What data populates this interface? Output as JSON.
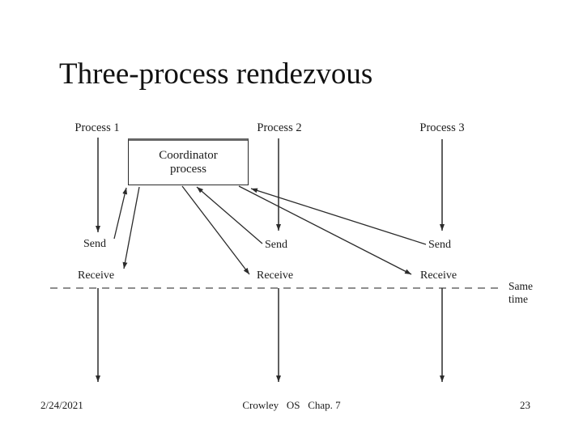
{
  "slide": {
    "title": "Three-process rendezvous",
    "footer": {
      "date": "2/24/2021",
      "center": "Crowley   OS   Chap. 7",
      "page_number": "23"
    }
  },
  "diagram": {
    "coordinator": {
      "line1": "Coordinator",
      "line2": "process"
    },
    "columns": [
      {
        "process": "Process 1",
        "send": "Send",
        "receive": "Receive"
      },
      {
        "process": "Process 2",
        "send": "Send",
        "receive": "Receive"
      },
      {
        "process": "Process 3",
        "send": "Send",
        "receive": "Receive"
      }
    ],
    "same_time": {
      "line1": "Same",
      "line2": "time"
    },
    "colors": {
      "background": "#ffffff",
      "line": "#2b2b2b",
      "text": "#1a1a1a",
      "dashed_line": "#4a4a4a"
    }
  }
}
